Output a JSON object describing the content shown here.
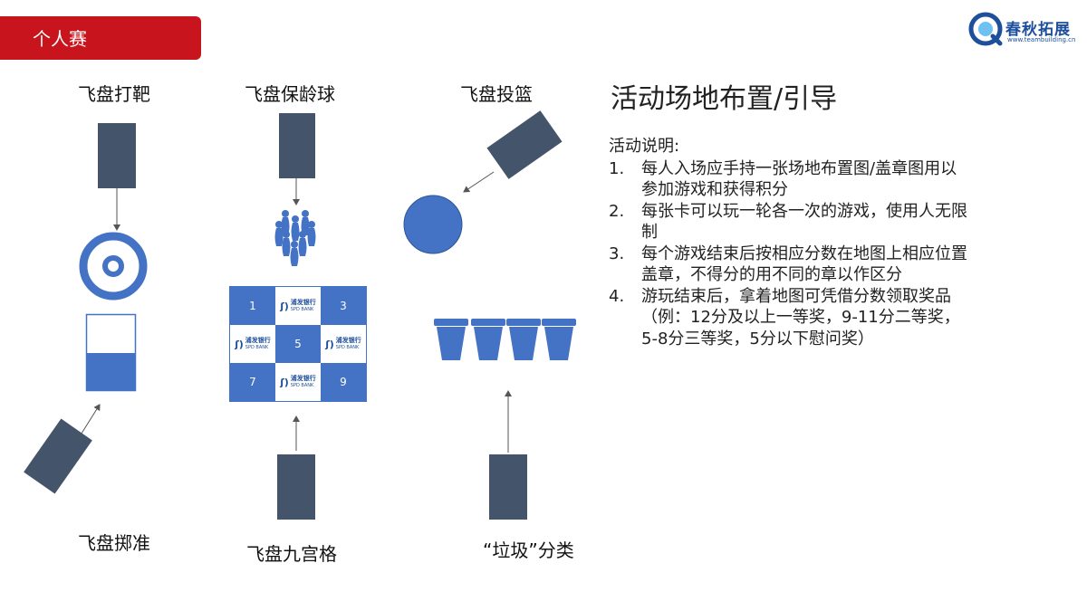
{
  "header": {
    "banner_label": "个人赛"
  },
  "logo": {
    "name": "春秋拓展",
    "url": "www.teambuilding.cn",
    "brand_color": "#1d4f9c"
  },
  "stations": {
    "target_label": "飞盘打靶",
    "bowling_label": "飞盘保龄球",
    "basket_label": "飞盘投篮",
    "accuracy_label": "飞盘掷准",
    "ninegrid_label": "飞盘九宫格",
    "sorting_label": "“垃圾”分类"
  },
  "ninegrid": {
    "numbers": [
      "1",
      "3",
      "5",
      "7",
      "9"
    ],
    "bank_name": "浦发银行",
    "bank_en": "SPD BANK"
  },
  "info": {
    "title": "活动场地布置/引导",
    "intro": "活动说明:",
    "items": [
      {
        "num": "1.",
        "text": "每人入场应手持一张场地布置图/盖章图用以参加游戏和获得积分"
      },
      {
        "num": "2.",
        "text": "每张卡可以玩一轮各一次的游戏，使用人无限制"
      },
      {
        "num": "3.",
        "text": "每个游戏结束后按相应分数在地图上相应位置盖章，不得分的用不同的章以作区分"
      },
      {
        "num": "4.",
        "text": "游玩结束后，拿着地图可凭借分数领取奖品（例：12分及以上一等奖，9-11分二等奖，5-8分三等奖，5分以下慰问奖）"
      }
    ]
  },
  "colors": {
    "banner": "#c8151d",
    "card": "#44546a",
    "accent": "#4472c4"
  }
}
